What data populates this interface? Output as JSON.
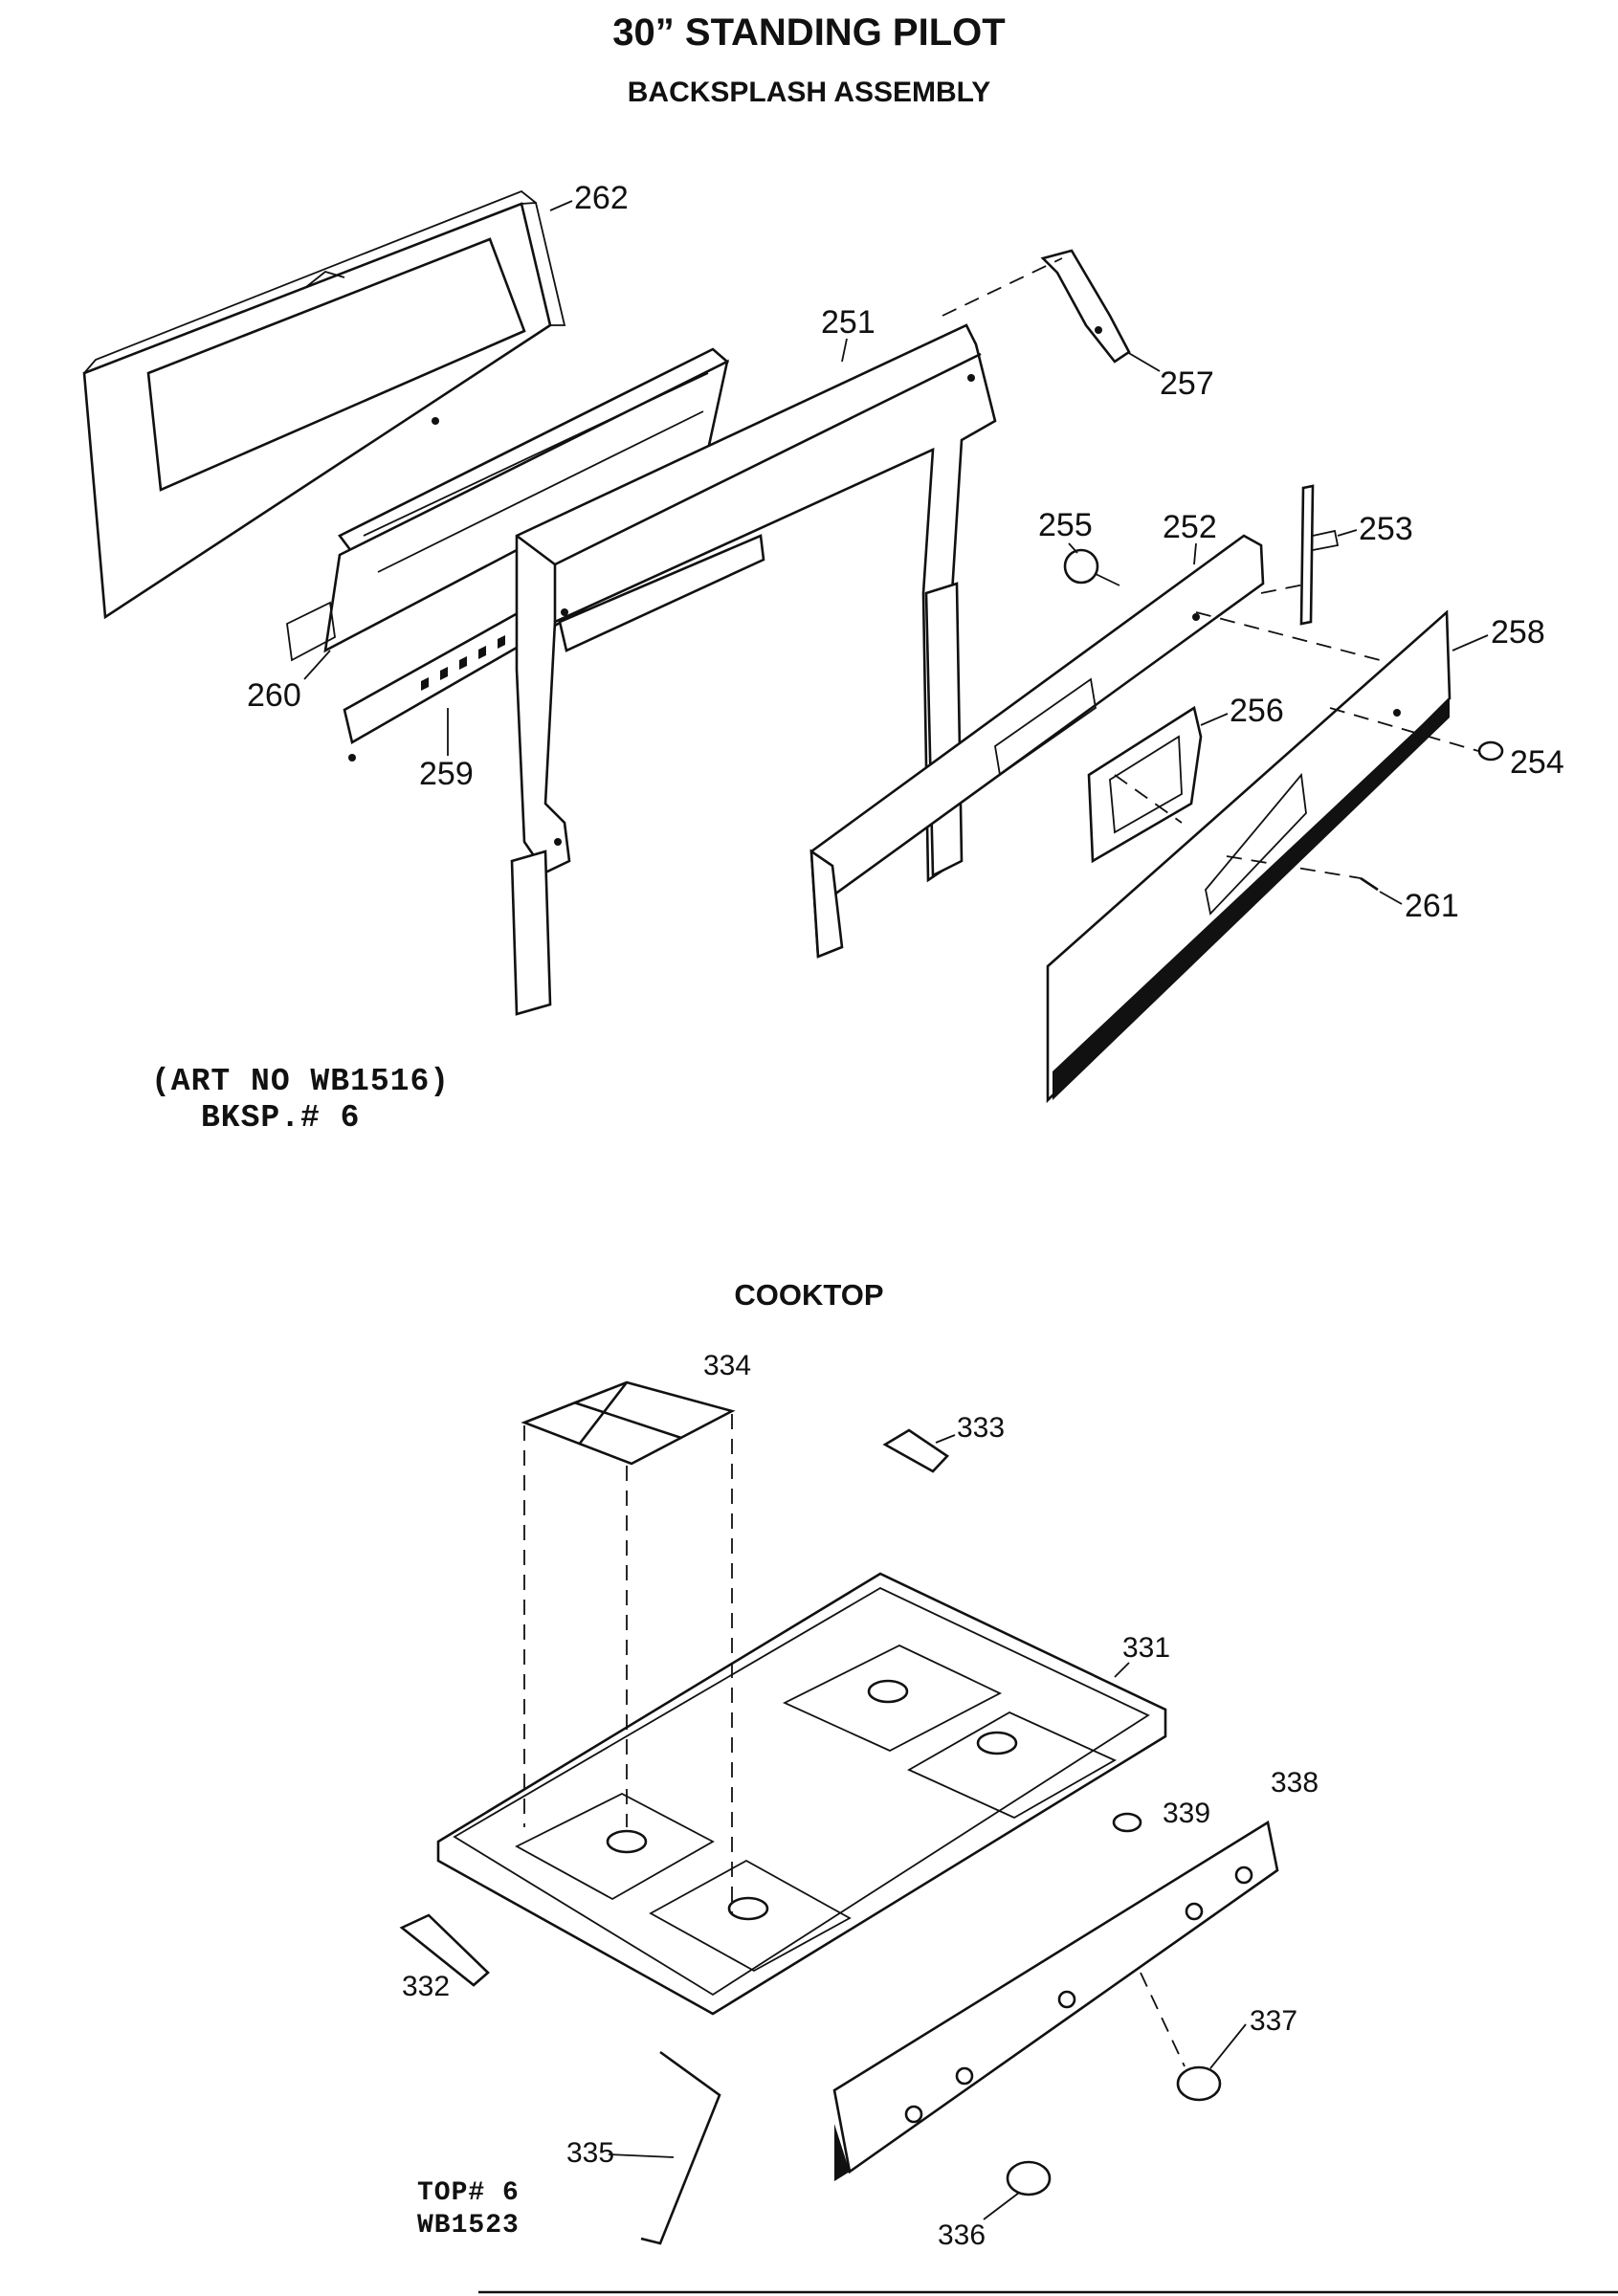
{
  "page": {
    "title": "30” STANDING PILOT",
    "subtitle": "BACKSPLASH ASSEMBLY",
    "cooktop_title": "COOKTOP"
  },
  "notes": {
    "backsplash_art_line1": "(ART NO WB1516)",
    "backsplash_art_line2": "BKSP.# 6",
    "cooktop_art_line1": "TOP# 6",
    "cooktop_art_line2": "WB1523"
  },
  "backsplash_parts": [
    {
      "id": "251"
    },
    {
      "id": "252"
    },
    {
      "id": "253"
    },
    {
      "id": "254"
    },
    {
      "id": "255"
    },
    {
      "id": "256"
    },
    {
      "id": "257"
    },
    {
      "id": "258"
    },
    {
      "id": "259"
    },
    {
      "id": "260"
    },
    {
      "id": "261"
    },
    {
      "id": "262"
    }
  ],
  "cooktop_parts": [
    {
      "id": "331"
    },
    {
      "id": "332"
    },
    {
      "id": "333"
    },
    {
      "id": "334"
    },
    {
      "id": "335"
    },
    {
      "id": "336"
    },
    {
      "id": "337"
    },
    {
      "id": "338"
    },
    {
      "id": "339"
    }
  ]
}
